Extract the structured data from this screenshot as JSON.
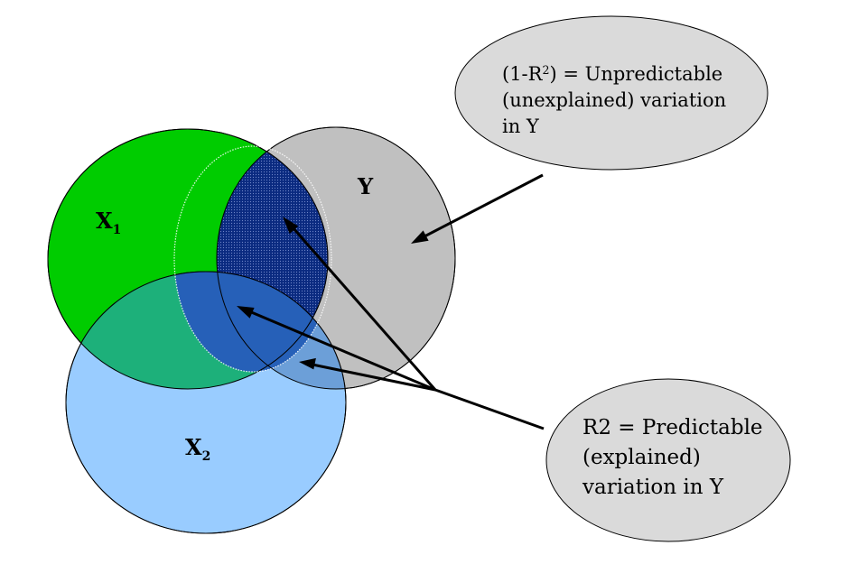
{
  "labels": {
    "x1": {
      "letter": "X",
      "subscript": "1"
    },
    "y": {
      "letter": "Y"
    },
    "x2": {
      "letter": "X",
      "subscript": "2"
    }
  },
  "callouts": {
    "unpredictable": {
      "line1_prefix": "(1-R",
      "line1_superscript": "2",
      "line1_suffix": ") = Unpredictable",
      "line2": "(unexplained) variation",
      "line3": "in Y"
    },
    "predictable": {
      "line1": "R2 = Predictable",
      "line2": "(explained)",
      "line3": "variation in Y"
    }
  },
  "colors": {
    "x1_fill": "#00cc00",
    "y_fill": "#c0c0c0",
    "x2_fill": "#99ccff",
    "overlap_dark": "#001a66",
    "overlap_blue": "#1f5cb3",
    "callout_fill": "#dadada",
    "stroke": "#000000"
  }
}
